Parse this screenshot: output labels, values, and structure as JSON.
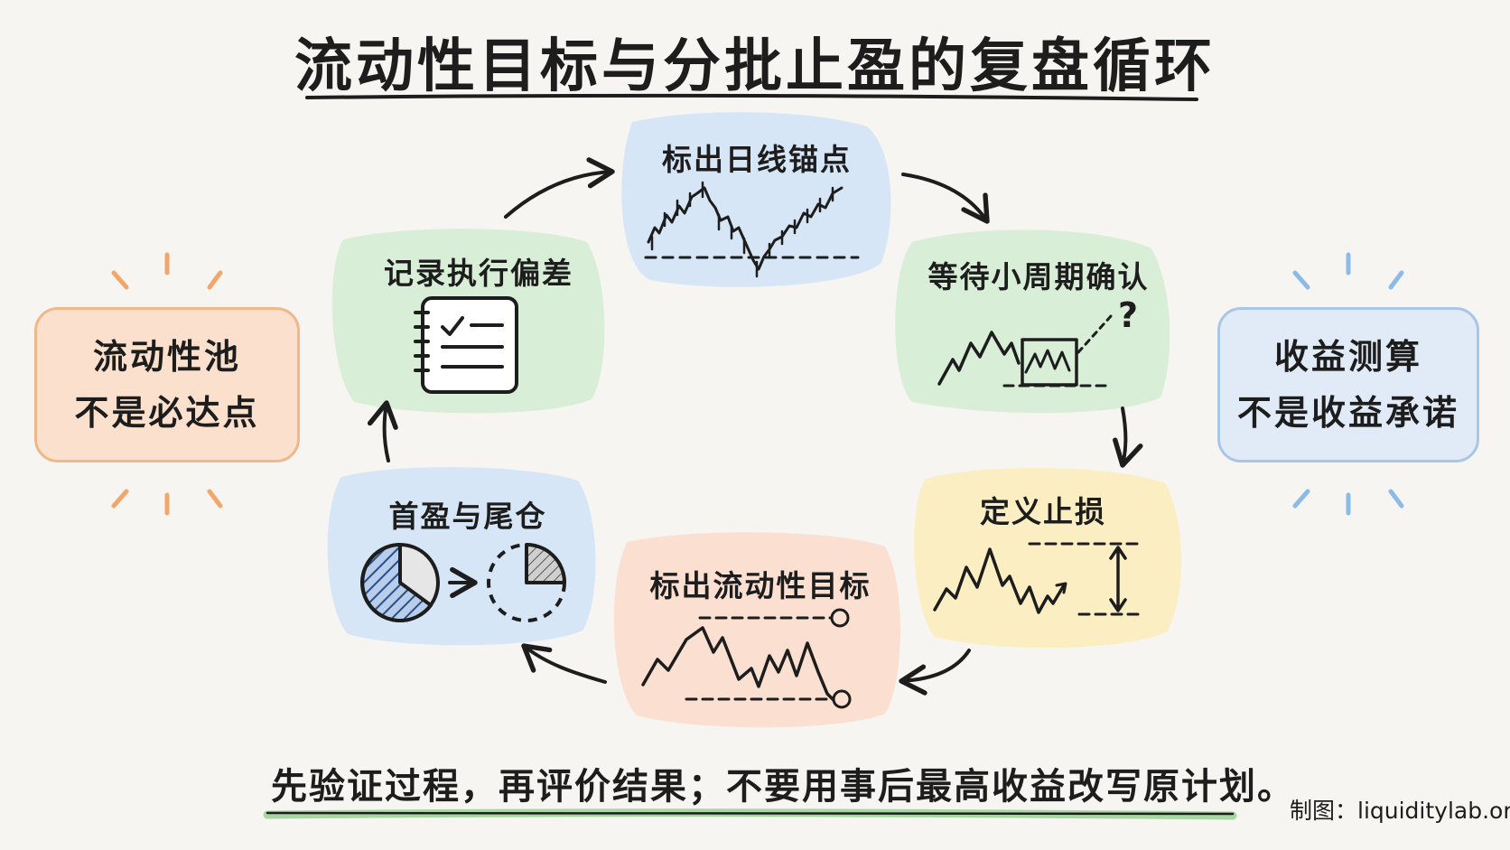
{
  "title": "流动性目标与分批止盈的复盘循环",
  "steps": [
    {
      "id": "anchor",
      "label": "标出日线锚点",
      "color": "#d6e6f7"
    },
    {
      "id": "wait",
      "label": "等待小周期确认",
      "color": "#d8eed6"
    },
    {
      "id": "stoploss",
      "label": "定义止损",
      "color": "#fbeec2"
    },
    {
      "id": "target",
      "label": "标出流动性目标",
      "color": "#fbdfd0"
    },
    {
      "id": "takeprofit",
      "label": "首盈与尾仓",
      "color": "#d6e6f7"
    },
    {
      "id": "record",
      "label": "记录执行偏差",
      "color": "#d8eed6"
    }
  ],
  "left_note": {
    "lines": [
      "流动性池",
      "不是必达点"
    ],
    "ray_color": "#f3a66b"
  },
  "right_note": {
    "lines": [
      "收益测算",
      "不是收益承诺"
    ],
    "ray_color": "#8dbbe8"
  },
  "question_mark": "?",
  "footer": "先验证过程，再评价结果；不要用事后最高收益改写原计划。",
  "credit": "制图：liquiditylab.org",
  "colors": {
    "ink": "#1d1d1d",
    "footer_underline": "#9fd39a"
  }
}
